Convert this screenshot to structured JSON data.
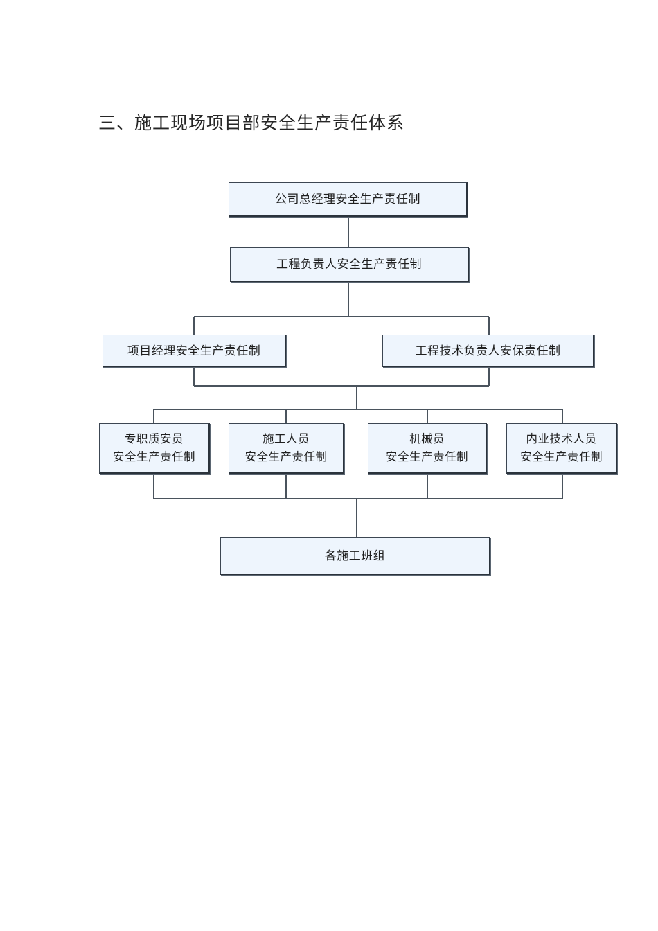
{
  "document": {
    "title": "三、施工现场项目部安全生产责任体系"
  },
  "chart_data": {
    "type": "diagram",
    "diagram_kind": "organization-chart",
    "title": "三、施工现场项目部安全生产责任体系",
    "orientation": "top-down",
    "node_fill": "#eef5fd",
    "node_border": "#3c4652",
    "connector_color": "#4a535d",
    "levels": [
      {
        "level": 1,
        "node_ids": [
          "n1"
        ]
      },
      {
        "level": 2,
        "node_ids": [
          "n2"
        ]
      },
      {
        "level": 3,
        "node_ids": [
          "n3",
          "n4"
        ]
      },
      {
        "level": 4,
        "node_ids": [
          "n5",
          "n6",
          "n7",
          "n8"
        ]
      },
      {
        "level": 5,
        "node_ids": [
          "n9"
        ]
      }
    ],
    "nodes": [
      {
        "id": "n1",
        "label": "公司总经理安全生产责任制",
        "lines": [
          "公司总经理安全生产责任制"
        ]
      },
      {
        "id": "n2",
        "label": "工程负责人安全生产责任制",
        "lines": [
          "工程负责人安全生产责任制"
        ]
      },
      {
        "id": "n3",
        "label": "项目经理安全生产责任制",
        "lines": [
          "项目经理安全生产责任制"
        ]
      },
      {
        "id": "n4",
        "label": "工程技术负责人安保责任制",
        "lines": [
          "工程技术负责人安保责任制"
        ]
      },
      {
        "id": "n5",
        "label": "专职质安员\n安全生产责任制",
        "lines": [
          "专职质安员",
          "安全生产责任制"
        ]
      },
      {
        "id": "n6",
        "label": "施工人员\n安全生产责任制",
        "lines": [
          "施工人员",
          "安全生产责任制"
        ]
      },
      {
        "id": "n7",
        "label": "机械员\n安全生产责任制",
        "lines": [
          "机械员",
          "安全生产责任制"
        ]
      },
      {
        "id": "n8",
        "label": "内业技术人员\n安全生产责任制",
        "lines": [
          "内业技术人员",
          "安全生产责任制"
        ]
      },
      {
        "id": "n9",
        "label": "各施工班组",
        "lines": [
          "各施工班组"
        ]
      }
    ],
    "edges": [
      {
        "from": "n1",
        "to": "n2"
      },
      {
        "from": "n2",
        "to": "n3"
      },
      {
        "from": "n2",
        "to": "n4"
      },
      {
        "from": "n3",
        "to": "n5"
      },
      {
        "from": "n3",
        "to": "n6"
      },
      {
        "from": "n3",
        "to": "n7"
      },
      {
        "from": "n3",
        "to": "n8"
      },
      {
        "from": "n4",
        "to": "n5"
      },
      {
        "from": "n4",
        "to": "n6"
      },
      {
        "from": "n4",
        "to": "n7"
      },
      {
        "from": "n4",
        "to": "n8"
      },
      {
        "from": "n5",
        "to": "n9"
      },
      {
        "from": "n6",
        "to": "n9"
      },
      {
        "from": "n7",
        "to": "n9"
      },
      {
        "from": "n8",
        "to": "n9"
      }
    ]
  }
}
